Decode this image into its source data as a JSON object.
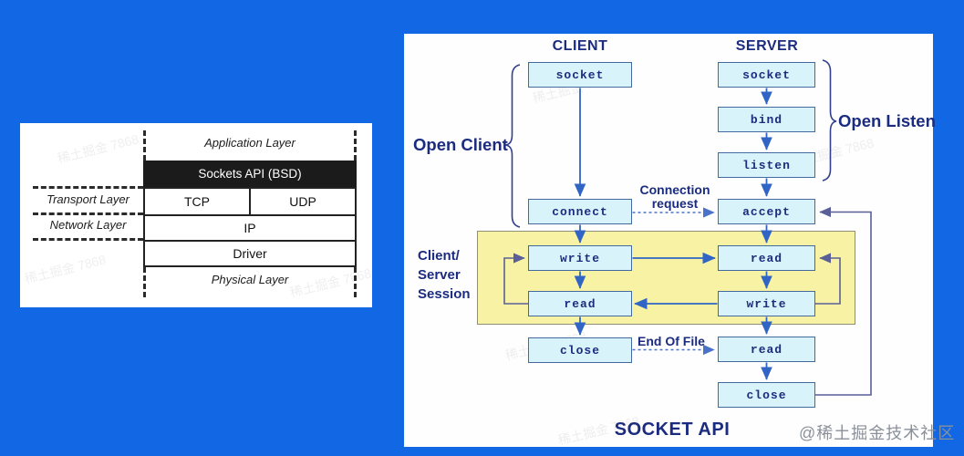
{
  "left_panel": {
    "application_layer": "Application Layer",
    "sockets_api": "Sockets API (BSD)",
    "transport_layer": "Transport Layer",
    "network_layer": "Network Layer",
    "physical_layer": "Physical Layer",
    "tcp": "TCP",
    "udp": "UDP",
    "ip": "IP",
    "driver": "Driver"
  },
  "right_panel": {
    "client_header": "CLIENT",
    "server_header": "SERVER",
    "open_client": "Open Client",
    "open_listen": "Open Listen",
    "connection_request_line1": "Connection",
    "connection_request_line2": "request",
    "session_line1": "Client/",
    "session_line2": "Server",
    "session_line3": "Session",
    "end_of_file": "End Of File",
    "title": "SOCKET API",
    "client_boxes": {
      "socket": "socket",
      "connect": "connect",
      "write": "write",
      "read": "read",
      "close": "close"
    },
    "server_boxes": {
      "socket": "socket",
      "bind": "bind",
      "listen": "listen",
      "accept": "accept",
      "read1": "read",
      "write": "write",
      "read2": "read",
      "close": "close"
    }
  },
  "watermarks": {
    "badge": "@稀土掘金技术社区",
    "tile": "稀土掘金 7868"
  },
  "colors": {
    "page_background": "#1167e4",
    "flow_box_fill": "#d9f3fb",
    "flow_box_border": "#44699e",
    "session_highlight": "#f8f2a5",
    "label_navy": "#1b2c80",
    "arrow_blue": "#3065c5",
    "loop_slate": "#5a5f98",
    "stack_bar_black": "#1b1b1b"
  }
}
